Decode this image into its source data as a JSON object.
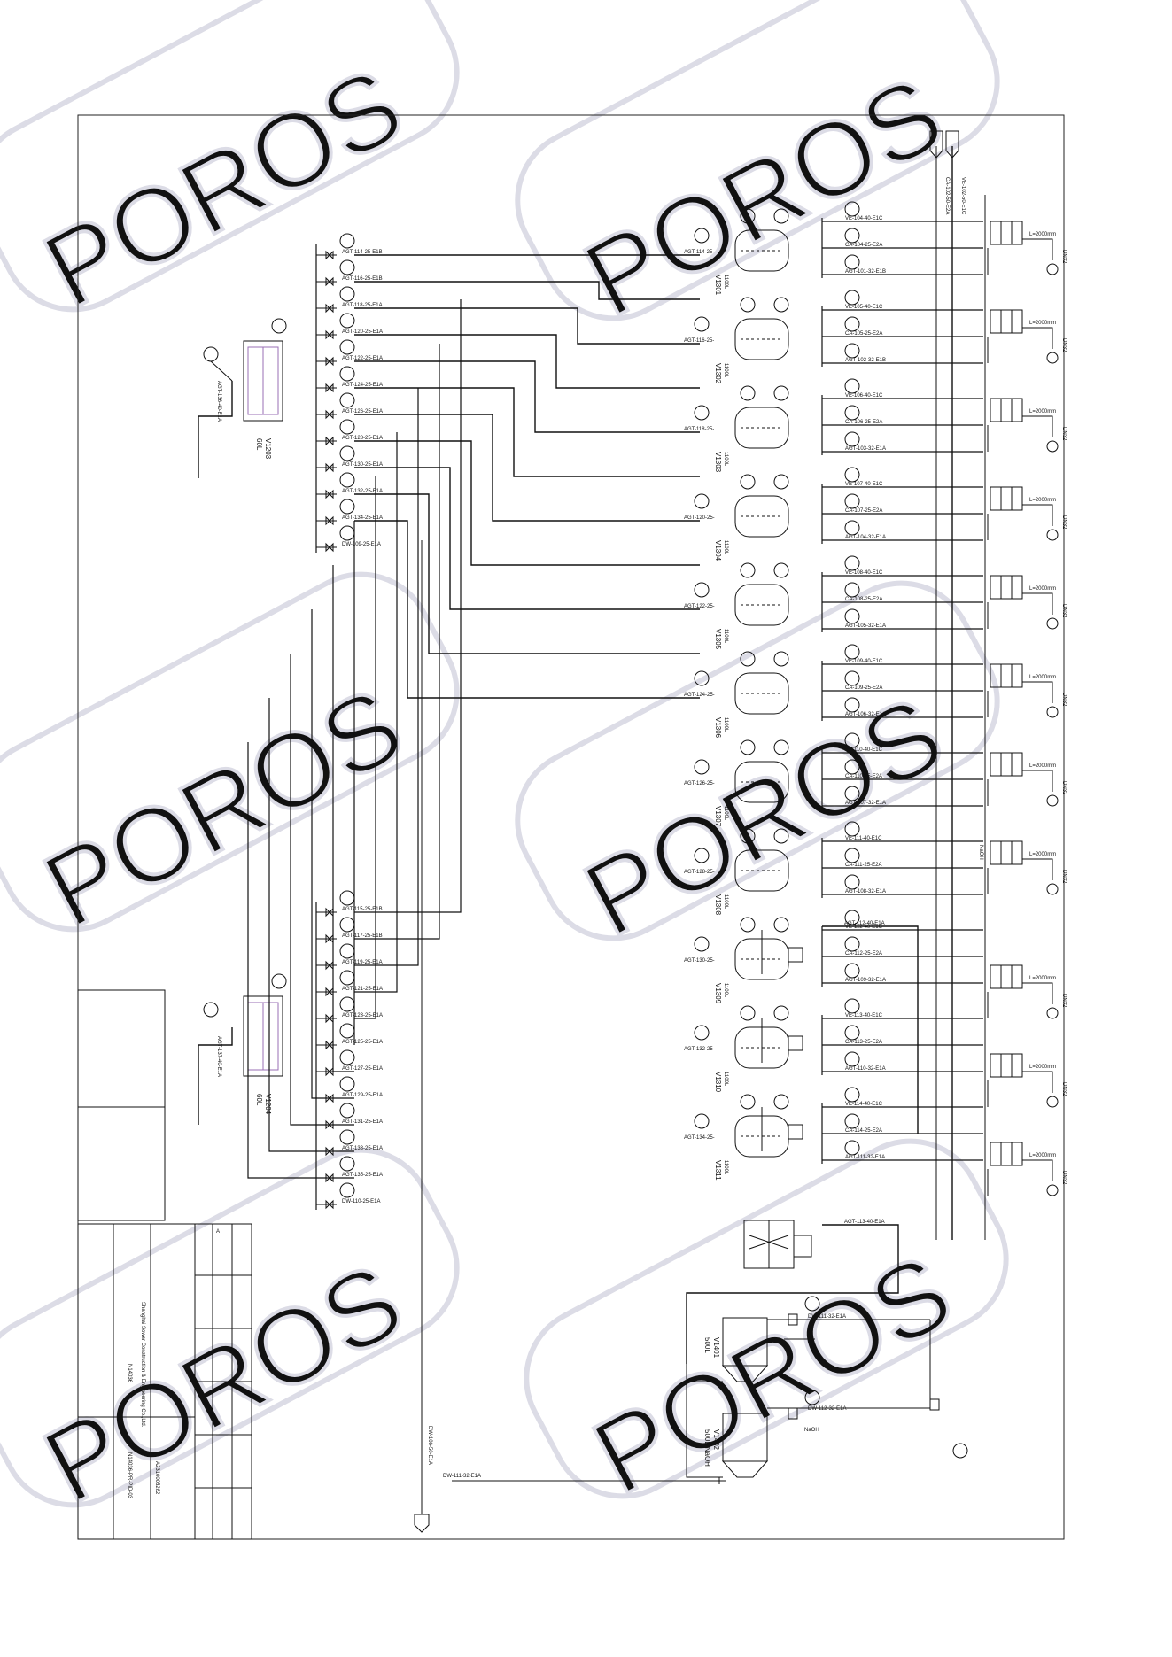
{
  "watermark": {
    "text": "POROS",
    "color": "#dcdce6"
  },
  "colors": {
    "ink": "#111111",
    "accent_purple": "#9a6fb5",
    "paper": "#ffffff"
  },
  "top_headers": {
    "ve": "VE-102-50-E1C",
    "ca": "CA-102-50-E2A"
  },
  "upper_header": {
    "lines": [
      "AGT-114-25-E1B",
      "AGT-116-25-E1B",
      "AGT-118-25-E1A",
      "AGT-120-25-E1A",
      "AGT-122-25-E1A",
      "AGT-124-25-E1A",
      "AGT-126-25-E1A",
      "AGT-128-25-E1A",
      "AGT-130-25-E1A",
      "AGT-132-25-E1A",
      "AGT-134-25-E1A",
      "DW-109-25-E1A"
    ]
  },
  "lower_header": {
    "lines": [
      "AGT-115-25-E1B",
      "AGT-117-25-E1B",
      "AGT-119-25-E1A",
      "AGT-121-25-E1A",
      "AGT-123-25-E1A",
      "AGT-125-25-E1A",
      "AGT-127-25-E1A",
      "AGT-129-25-E1A",
      "AGT-131-25-E1A",
      "AGT-133-25-E1A",
      "AGT-135-25-E1A",
      "DW-110-25-E1A"
    ]
  },
  "tank_v1203": {
    "name": "V1203",
    "size": "60L",
    "line": "AGT-136-40-E1A"
  },
  "tank_v1204": {
    "name": "V1204",
    "size": "60L",
    "line": "AGT-137-40-E1A"
  },
  "reactors": [
    {
      "id": "V1301",
      "size": "1100L",
      "feed": "AGT-114-25-",
      "ve": "VE-104-40-E1C",
      "ca": "CA-104-25-E2A",
      "agt": "AGT-101-32-E1B"
    },
    {
      "id": "V1302",
      "size": "1100L",
      "feed": "AGT-116-25-",
      "ve": "VE-105-40-E1C",
      "ca": "CA-105-25-E2A",
      "agt": "AGT-102-32-E1B"
    },
    {
      "id": "V1303",
      "size": "1100L",
      "feed": "AGT-118-25-",
      "ve": "VE-106-40-E1C",
      "ca": "CA-106-25-E2A",
      "agt": "AGT-103-32-E1A"
    },
    {
      "id": "V1304",
      "size": "1100L",
      "feed": "AGT-120-25-",
      "ve": "VE-107-40-E1C",
      "ca": "CA-107-25-E2A",
      "agt": "AGT-104-32-E1A"
    },
    {
      "id": "V1305",
      "size": "1100L",
      "feed": "AGT-122-25-",
      "ve": "VE-108-40-E1C",
      "ca": "CA-108-25-E2A",
      "agt": "AGT-105-32-E1A"
    },
    {
      "id": "V1306",
      "size": "1100L",
      "feed": "AGT-124-25-",
      "ve": "VE-109-40-E1C",
      "ca": "CA-109-25-E2A",
      "agt": "AGT-106-32-E1A"
    },
    {
      "id": "V1307",
      "size": "1100L",
      "feed": "AGT-126-25-",
      "ve": "VE-110-40-E1C",
      "ca": "CA-110-25-E2A",
      "agt": "AGT-107-32-E1A"
    },
    {
      "id": "V1308",
      "size": "1100L",
      "feed": "AGT-128-25-",
      "ve": "VE-111-40-E1C",
      "ca": "CA-111-25-E2A",
      "agt": "AGT-108-32-E1A"
    },
    {
      "id": "V1309",
      "size": "1100L",
      "feed": "AGT-130-25-",
      "ve": "VE-112-40-E1C",
      "ca": "CA-112-25-E2A",
      "agt": "AGT-109-32-E1A"
    },
    {
      "id": "V1310",
      "size": "1100L",
      "feed": "AGT-132-25-",
      "ve": "VE-113-40-E1C",
      "ca": "CA-113-25-E2A",
      "agt": "AGT-110-32-E1A"
    },
    {
      "id": "V1311",
      "size": "1100L",
      "feed": "AGT-134-25-",
      "ve": "VE-114-40-E1C",
      "ca": "CA-114-25-E2A",
      "agt": "AGT-111-32-E1A"
    }
  ],
  "extra_lines": {
    "agt112": "AGT-112-40-E1A",
    "agt113": "AGT-113-40-E1A"
  },
  "condenser_length": "L=2000mm",
  "condenser_dn": "DN32",
  "naoh_label": "NaOH",
  "v1401": {
    "id": "V1401",
    "size": "500L",
    "line": "DW-111-32-E1A"
  },
  "v1402": {
    "id": "V1402",
    "size": "500L NaOH",
    "line": "DW-112-32-E1A",
    "note": "NaOH"
  },
  "bottom_lines": {
    "dw106": "DW-106-50-E1A",
    "dw111": "DW-111-32-E1A"
  },
  "title_block": {
    "company_en": "Shanghai Sower Construction & Engineering Co.,Ltd.",
    "project_no": "N14036",
    "drawing_no": "N14036-PR-PID-03",
    "doc_code": "A2310005282",
    "rev": "A"
  }
}
